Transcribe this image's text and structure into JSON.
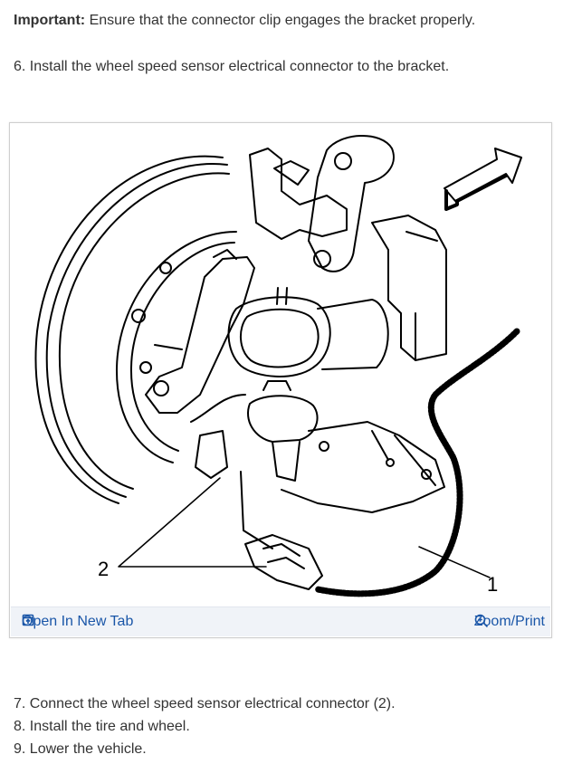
{
  "important": {
    "label": "Important:",
    "text": "Ensure that the connector clip engages the bracket properly."
  },
  "steps": {
    "s6": "6. Install the wheel speed sensor electrical connector to the bracket.",
    "s7": "7. Connect the wheel speed sensor electrical connector (2).",
    "s8": "8. Install the tire and wheel.",
    "s9": "9. Lower the vehicle."
  },
  "figure": {
    "callout_2": "2",
    "callout_1": "1",
    "open_tab": "Open In New Tab",
    "zoom": "Zoom/Print",
    "link_color": "#1a56a8"
  }
}
